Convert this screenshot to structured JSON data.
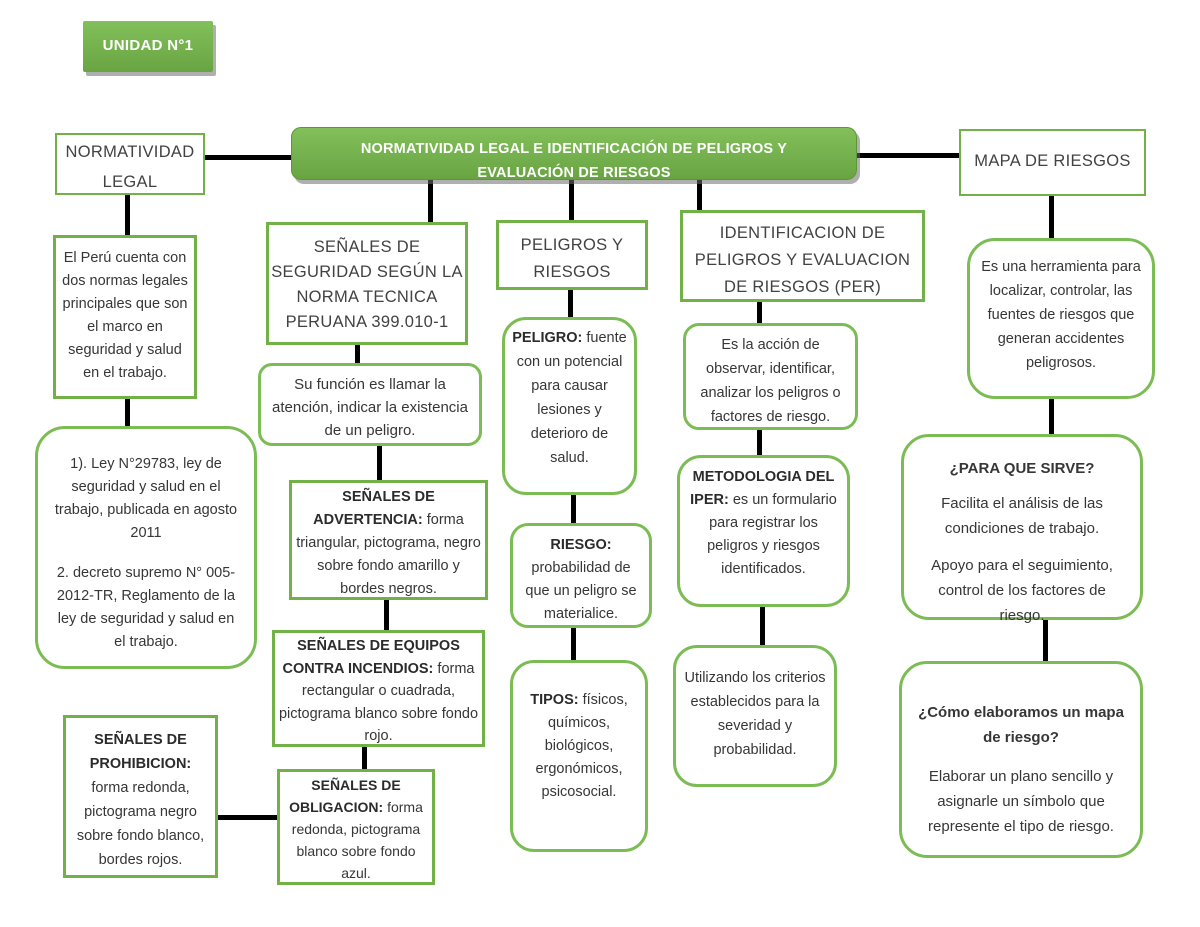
{
  "palette": {
    "node_fill_green": "#71ad49",
    "box_border_green": "#72b148",
    "rounded_border_green": "#7cbc55",
    "connector_black": "#000000",
    "text_dark": "#3a3a3a"
  },
  "unidad_label": "UNIDAD N°1",
  "banner_label": "NORMATIVIDAD LEGAL E IDENTIFICACIÓN DE PELIGROS Y EVALUACIÓN DE RIESGOS",
  "normatividad": {
    "title": "NORMATIVIDAD LEGAL",
    "intro": "El Perú cuenta con dos normas legales principales que son el marco en seguridad y salud en el trabajo.",
    "law1": "1). Ley N°29783, ley de seguridad y salud en el trabajo, publicada en agosto 2011",
    "law2": "2. decreto supremo N° 005-2012-TR, Reglamento de la ley de seguridad y salud en el trabajo."
  },
  "senales": {
    "title": "SEÑALES DE SEGURIDAD SEGÚN LA NORMA TECNICA PERUANA 399.010-1",
    "funcion": "Su función es llamar la atención, indicar la existencia de un peligro.",
    "advertencia": {
      "label": "SEÑALES DE ADVERTENCIA:",
      "text": "forma triangular, pictograma, negro sobre fondo amarillo y bordes negros."
    },
    "incendios": {
      "label": "SEÑALES DE EQUIPOS CONTRA INCENDIOS:",
      "text": "forma rectangular o cuadrada, pictograma blanco sobre fondo rojo."
    },
    "obligacion": {
      "label": "SEÑALES DE OBLIGACION:",
      "text": "forma redonda, pictograma blanco sobre fondo azul."
    },
    "prohibicion": {
      "label": "SEÑALES DE PROHIBICION:",
      "text": "forma redonda, pictograma negro sobre fondo blanco, bordes rojos."
    }
  },
  "peligros": {
    "title": "PELIGROS Y RIESGOS",
    "peligro": {
      "label": "PELIGRO:",
      "text": "fuente con un potencial para causar lesiones y deterioro de salud."
    },
    "riesgo": {
      "label": "RIESGO:",
      "text": "probabilidad de que un peligro se materialice."
    },
    "tipos": {
      "label": "TIPOS:",
      "text": "físicos, químicos, biológicos, ergonómicos, psicosocial."
    }
  },
  "iper": {
    "title": "IDENTIFICACION DE PELIGROS Y EVALUACION DE RIESGOS (PER)",
    "accion": "Es la acción de observar, identificar, analizar los peligros o factores de riesgo.",
    "metodologia": {
      "label": "METODOLOGIA DEL IPER:",
      "text": "es un formulario para registrar los peligros y riesgos identificados."
    },
    "criterios": "Utilizando los criterios establecidos para la severidad y probabilidad."
  },
  "mapa": {
    "title": "MAPA DE RIESGOS",
    "definicion": "Es una herramienta para localizar, controlar, las fuentes de riesgos que generan accidentes peligrosos.",
    "sirve_title": "¿PARA QUE SIRVE?",
    "sirve_p1": "Facilita el análisis de las condiciones de trabajo.",
    "sirve_p2": "Apoyo para el seguimiento, control de los factores de riesgo.",
    "como_title": "¿Cómo elaboramos un mapa de riesgo?",
    "como_text": "Elaborar un plano sencillo y asignarle un símbolo que represente el tipo de riesgo."
  }
}
